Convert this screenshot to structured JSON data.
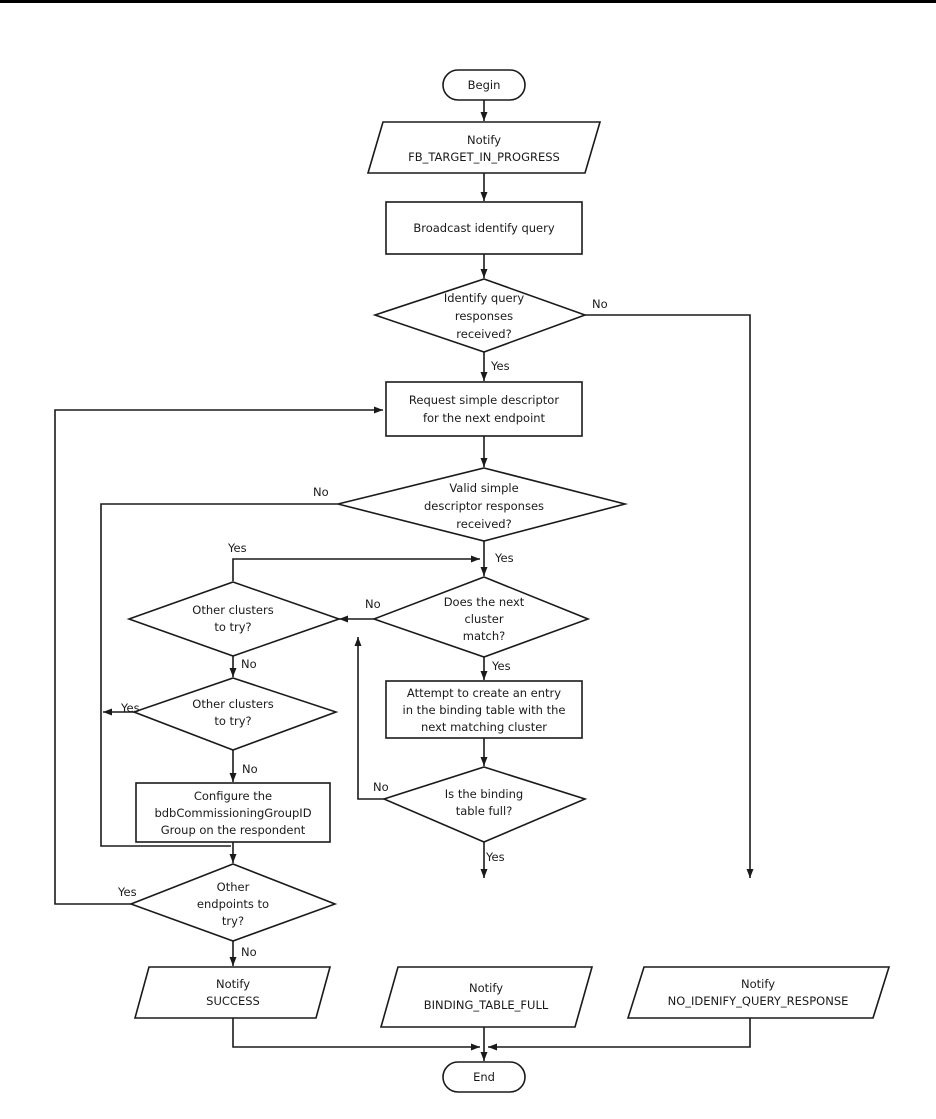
{
  "nodes": {
    "begin": "Begin",
    "notify_in_progress": [
      "Notify",
      "FB_TARGET_IN_PROGRESS"
    ],
    "broadcast": "Broadcast identify query",
    "dec_identify": [
      "Identify query",
      "responses",
      "received?"
    ],
    "request_descriptor": [
      "Request simple descriptor",
      "for the next endpoint"
    ],
    "dec_valid": [
      "Valid simple",
      "descriptor responses",
      "received?"
    ],
    "dec_cluster_match": [
      "Does the next",
      "cluster",
      "match?"
    ],
    "dec_other_clusters_1": [
      "Other clusters",
      "to try?"
    ],
    "dec_other_clusters_2": [
      "Other clusters",
      "to try?"
    ],
    "attempt_entry": [
      "Attempt to create an entry",
      "in the binding table with the",
      "next matching cluster"
    ],
    "configure_group": [
      "Configure the",
      "bdbCommissioningGroupID",
      "Group on the respondent"
    ],
    "dec_table_full": [
      "Is the binding",
      "table full?"
    ],
    "dec_other_endpoints": [
      "Other",
      "endpoints to",
      "try?"
    ],
    "notify_success": [
      "Notify",
      "SUCCESS"
    ],
    "notify_table_full": [
      "Notify",
      "BINDING_TABLE_FULL"
    ],
    "notify_no_response": [
      "Notify",
      "NO_IDENIFY_QUERY_RESPONSE"
    ],
    "end": "End"
  },
  "edge_labels": {
    "identify_no": "No",
    "identify_yes": "Yes",
    "valid_no": "No",
    "valid_yes": "Yes",
    "loop_yes": "Yes",
    "match_no": "No",
    "match_yes": "Yes",
    "other1_no": "No",
    "other2_yes": "Yes",
    "other2_no": "No",
    "full_no": "No",
    "full_yes": "Yes",
    "endpoints_yes": "Yes",
    "endpoints_no": "No"
  }
}
